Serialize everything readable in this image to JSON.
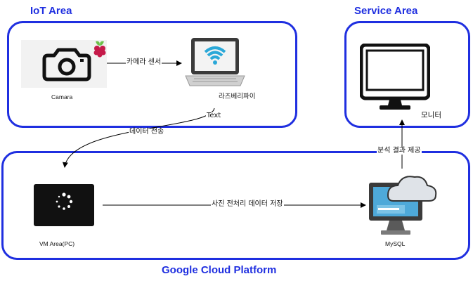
{
  "areas": {
    "iot": {
      "title": "IoT Area"
    },
    "service": {
      "title": "Service Area"
    },
    "gcp": {
      "title": "Google Cloud Platform"
    }
  },
  "nodes": {
    "camera": {
      "label": "Camara",
      "icon": "camera-icon"
    },
    "raspberry": {
      "label": "라즈베리파이",
      "icon": "laptop-wifi-icon",
      "badge": "raspberry-pi-icon"
    },
    "vm": {
      "label": "VM Area(PC)",
      "icon": "laptop-loading-icon"
    },
    "mysql": {
      "label": "MySQL",
      "icon": "monitor-cloud-icon"
    },
    "monitor": {
      "label": "모니터",
      "icon": "monitor-icon"
    }
  },
  "edges": {
    "camera_to_pi": "카메라 센서",
    "pi_text": "Text",
    "pi_to_vm": "데이터 전송",
    "vm_to_mysql": "사진 전처리 데이터 저장",
    "mysql_to_monitor": "분석 결과 제공"
  },
  "colors": {
    "accent": "#1f2fe0",
    "cloud": "#dfe3e8",
    "screen": "#4ea9d9",
    "raspberry": "#c51a4a"
  }
}
